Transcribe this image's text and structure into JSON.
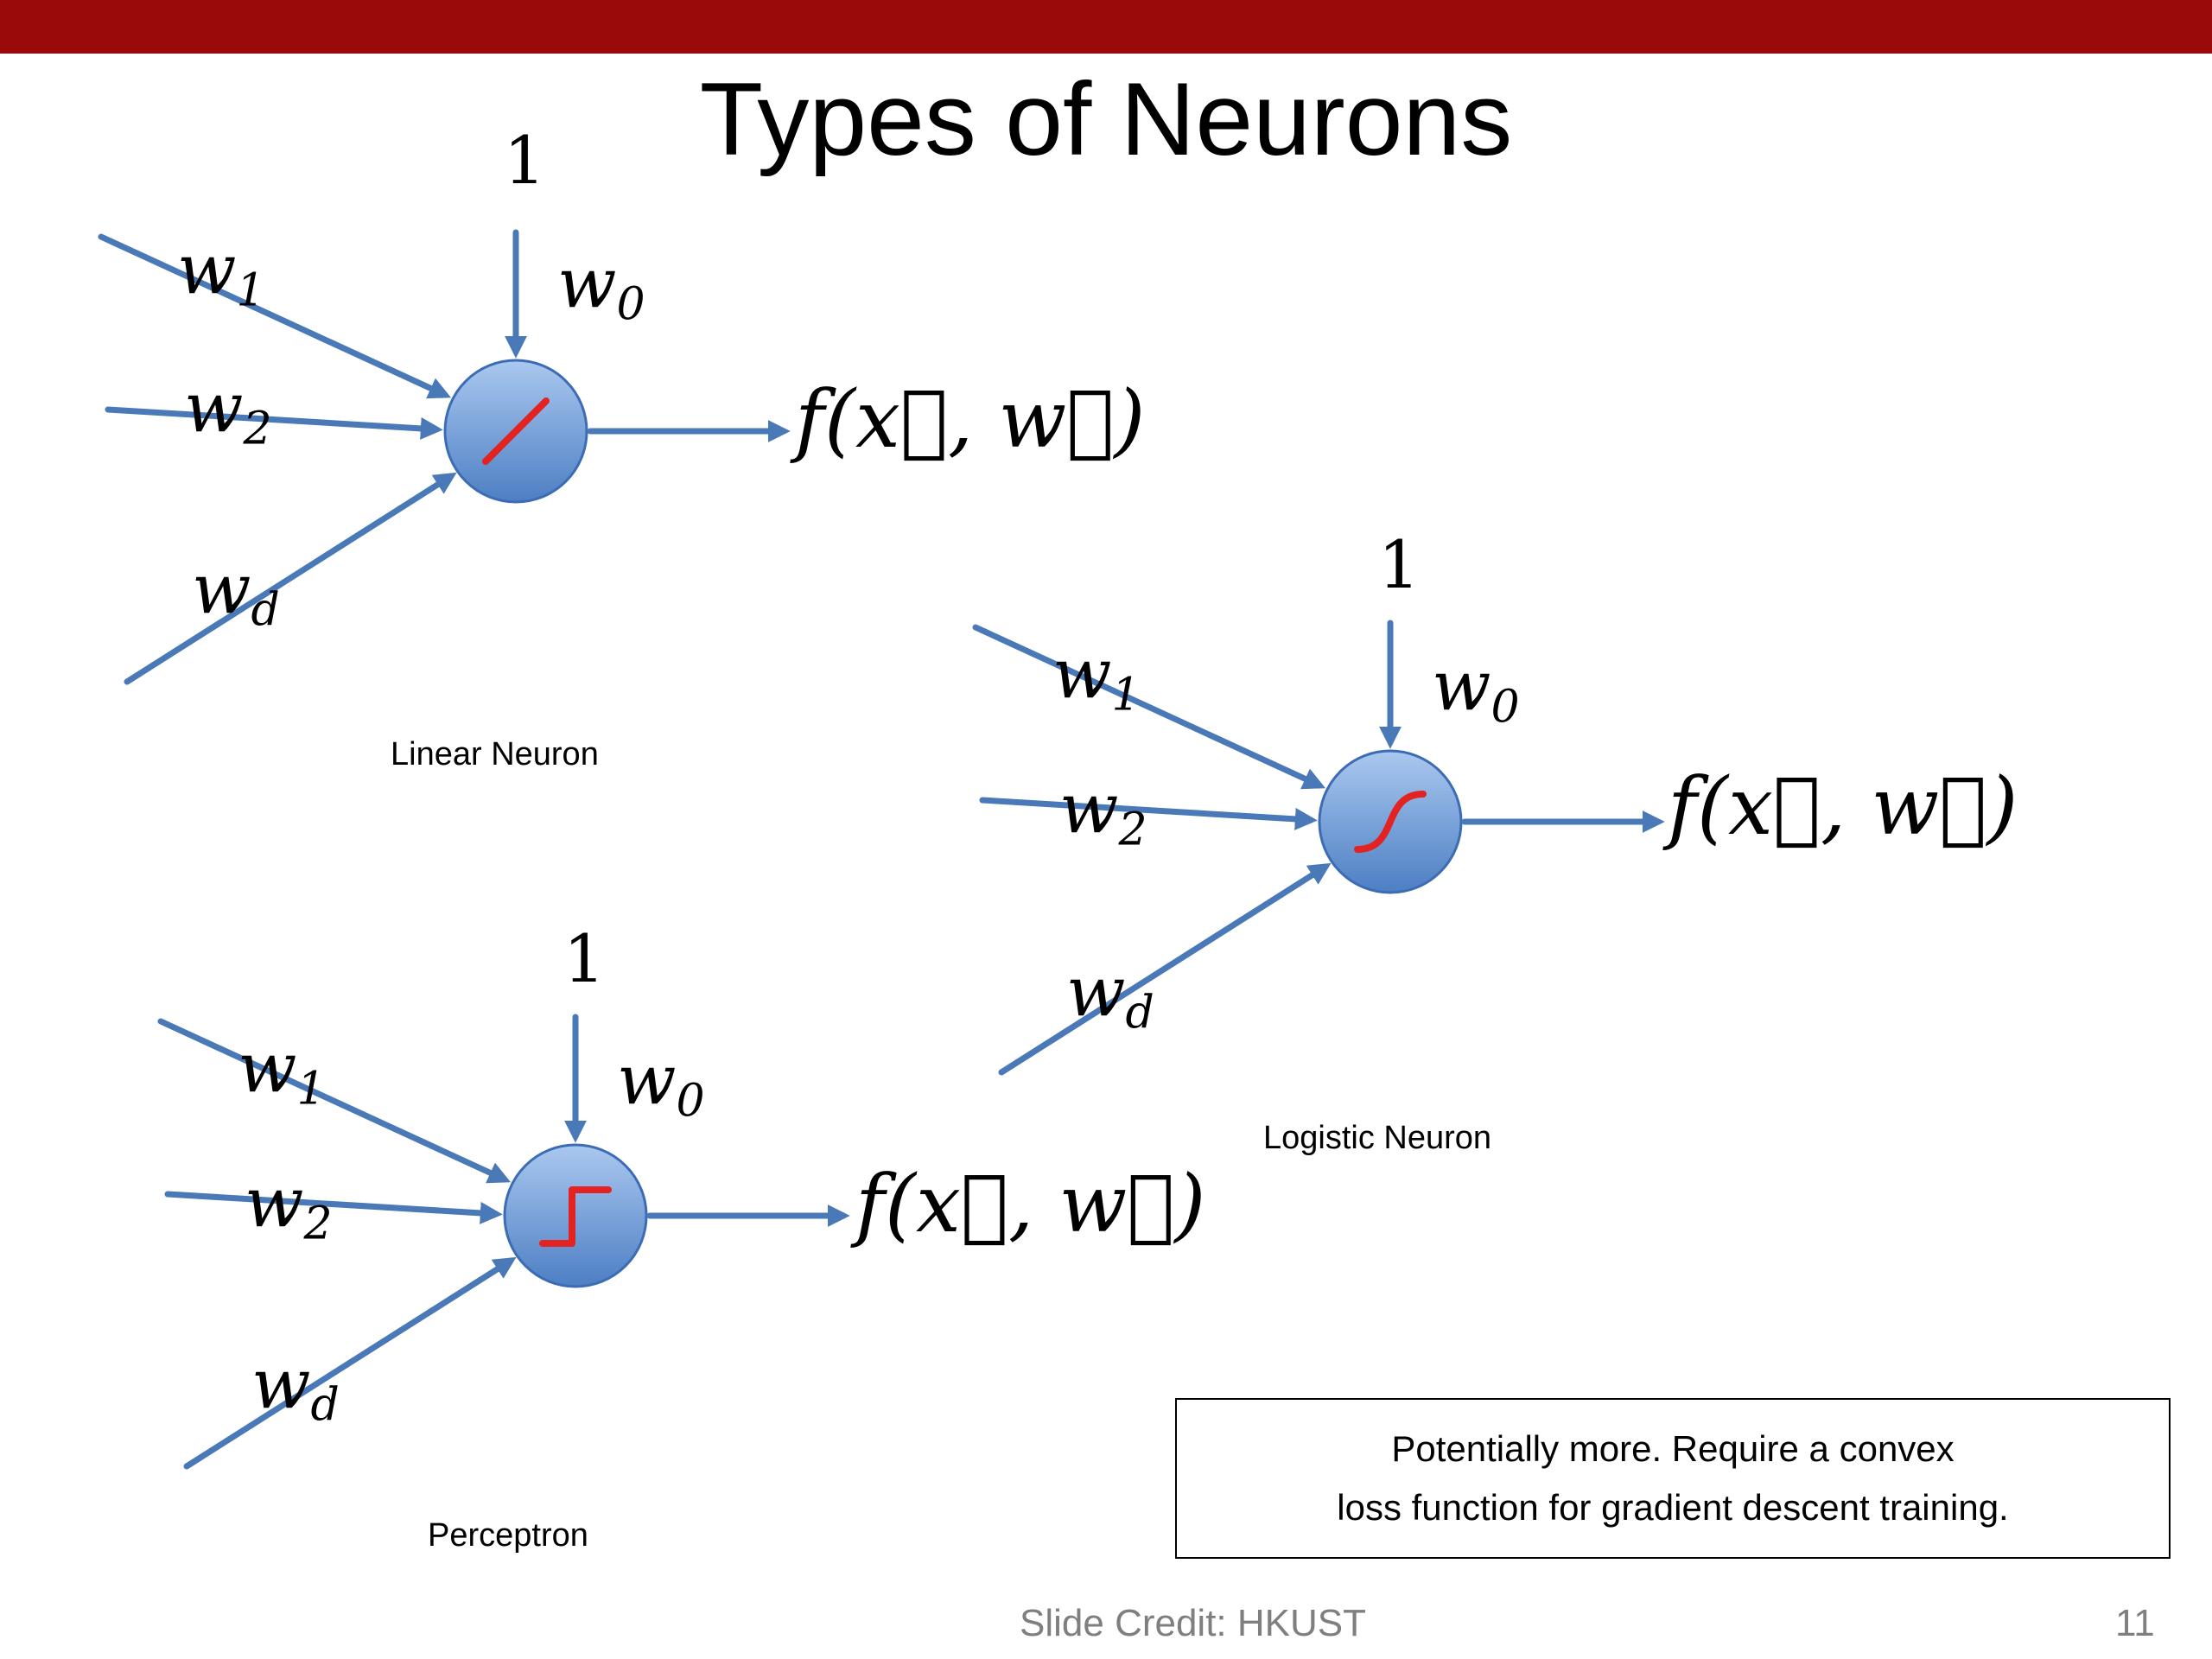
{
  "slide": {
    "title": "Types of Neurons"
  },
  "labels": {
    "one": "1",
    "w": "w",
    "sub0": "0",
    "sub1": "1",
    "sub2": "2",
    "subd": "d",
    "output": "f(x⃗, w⃗)"
  },
  "neurons": [
    {
      "caption": "Linear Neuron",
      "activation": "linear"
    },
    {
      "caption": "Logistic Neuron",
      "activation": "sigmoid"
    },
    {
      "caption": "Perceptron",
      "activation": "step"
    }
  ],
  "note": {
    "line1": "Potentially more.  Require a convex",
    "line2": "loss function for gradient descent training."
  },
  "footer": {
    "credit": "Slide Credit: HKUST",
    "page": "11"
  },
  "colors": {
    "banner": "#9a0a0a",
    "arrow": "#4a79b8",
    "node_fill_light": "#aac8ef",
    "node_fill_dark": "#4d7fc4",
    "node_stroke": "#3c6cb4",
    "activation": "#e32222",
    "footer_text": "#7f7f7f"
  }
}
